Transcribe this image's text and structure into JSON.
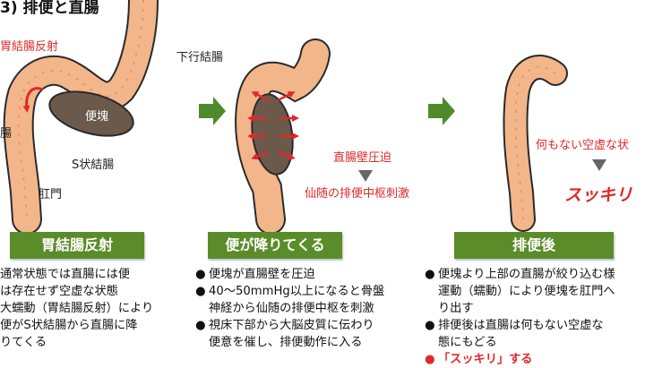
{
  "heading": "3) 排便と直腸",
  "panel1": {
    "label_reflex": "胃結腸反射",
    "label_descending": "下行結腸",
    "label_stool": "便塊",
    "label_rectum": "腸",
    "label_sigmoid": "S状結腸",
    "label_anus": "肛門",
    "banner": "胃結腸反射",
    "lines": [
      "通常状態では直腸には便",
      "は存在せず空虚な状態",
      "大蠕動（胃結腸反射）により",
      "便がS状結腸から直腸に降",
      "りてくる"
    ]
  },
  "panel2": {
    "label_pressure": "直腸壁圧迫",
    "label_center": "仙随の排便中枢刺激",
    "banner": "便が降りてくる",
    "bullets": [
      [
        "便塊が直腸壁を圧迫"
      ],
      [
        "40～50mmHg以上になると骨盤",
        "神経から仙随の排便中枢を刺激"
      ],
      [
        "視床下部から大脳皮質に伝わり",
        "便意を催し、排便動作に入る"
      ]
    ]
  },
  "panel3": {
    "label_empty": "何もない空虚な状",
    "label_sukkiri": "スッキリ",
    "banner": "排便後",
    "bullets": [
      [
        "便塊より上部の直腸が絞り込む様",
        "運動（蠕動）により便塊を肛門へ",
        "り出す"
      ],
      [
        "排便後は直腸は何もない空虚な",
        "態にもどる"
      ]
    ],
    "last_bullet": "「スッキリ」する"
  },
  "colors": {
    "banner": "#5b8c2a",
    "arrow": "#4e8a2c",
    "wall": "#f2b68a",
    "stool": "#6b5a4c",
    "red": "#e0282a"
  },
  "icons": [
    "right-arrow-icon",
    "down-triangle-icon"
  ]
}
